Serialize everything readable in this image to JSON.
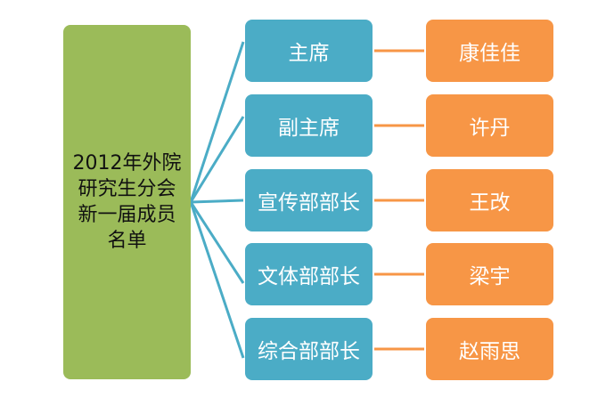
{
  "root": {
    "label": "2012年外院研究生分会新一届成员名单"
  },
  "rows": [
    {
      "role": "主席",
      "name": "康佳佳"
    },
    {
      "role": "副主席",
      "name": "许丹"
    },
    {
      "role": "宣传部部长",
      "name": "王改"
    },
    {
      "role": "文体部部长",
      "name": "梁宇"
    },
    {
      "role": "综合部部长",
      "name": "赵雨思"
    }
  ],
  "colors": {
    "root": "#9BBB59",
    "role": "#4BACC6",
    "name": "#F79646"
  }
}
